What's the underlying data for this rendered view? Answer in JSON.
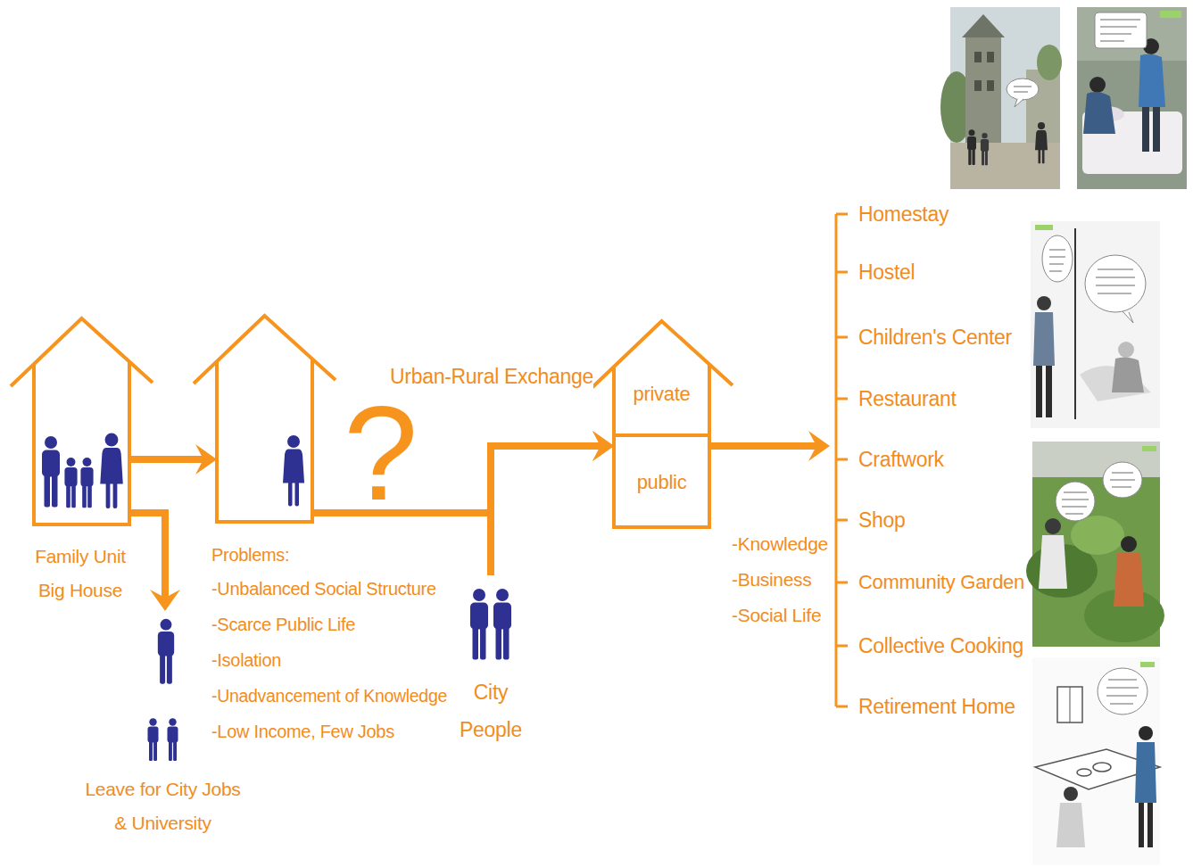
{
  "diagram": {
    "nodes": [
      {
        "text": [
          "Family Unit Big House"
        ]
      },
      {
        "text": [
          "Problems:",
          "-Unbalanced Social Structure",
          "-Scarce Public Life",
          "-Isolation",
          "-Unadvancement of Knowledge",
          "-Low Income, Few Jobs"
        ]
      },
      {
        "text": [
          "-Knowledge",
          "-Business",
          "-Social Life"
        ]
      },
      {
        "text": [
          "private"
        ],
        "in": 2
      },
      {
        "text": [
          "public"
        ],
        "in": 2
      },
      {
        "text": [
          "Leave for City Jobs & University"
        ]
      },
      {
        "text": [
          "City People"
        ]
      },
      {
        "text": [
          "Homestay",
          "Hostel",
          "Children's Center",
          "Restaurant",
          "Craftwork",
          "Shop",
          "Community Garden",
          "Collective Cooking",
          "Retirement Home"
        ]
      }
    ],
    "edges": [
      {
        "from": 0,
        "to": 1,
        "arrow": "to"
      },
      {
        "from": 0,
        "to": 5,
        "arrow": "to"
      },
      {
        "from": 1,
        "to": 2,
        "arrow": "to",
        "label": "Urban-Rural Exchange"
      },
      {
        "from": 6,
        "to": 2,
        "arrow": "to"
      },
      {
        "from": 2,
        "to": 7,
        "arrow": "to"
      }
    ],
    "labels": [
      "?"
    ]
  }
}
